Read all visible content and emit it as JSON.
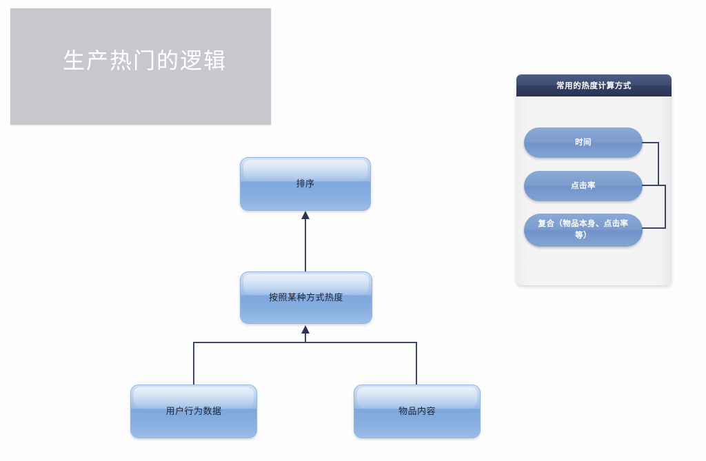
{
  "slide": {
    "title": "生产热门的逻辑",
    "background_color": "#fdfdfd",
    "title_block_color": "#c6c8cd",
    "title_text_color": "#ffffff"
  },
  "flowchart": {
    "accent_color": "#7ea7dd",
    "connector_color": "#3c4766",
    "nodes": [
      {
        "id": "sort",
        "label": "排序"
      },
      {
        "id": "heat",
        "label": "按照某种方式热度"
      },
      {
        "id": "behavior",
        "label": "用户行为数据"
      },
      {
        "id": "item",
        "label": "物品内容"
      }
    ]
  },
  "panel": {
    "header_title": "常用的热度计算方式",
    "header_color": "#343f62",
    "body_color": "#f4f4f5",
    "pill_color": "#7c9cce",
    "items": [
      {
        "id": "time",
        "label": "时间"
      },
      {
        "id": "ctr",
        "label": "点击率"
      },
      {
        "id": "mix",
        "label": "复合（物品本身、点击率等）"
      }
    ]
  }
}
